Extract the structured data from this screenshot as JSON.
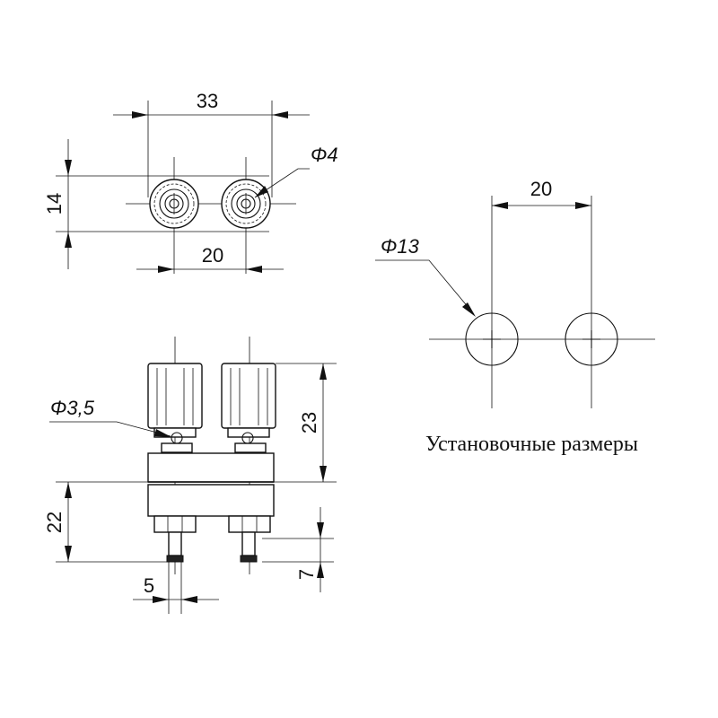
{
  "top_view": {
    "dim_width": "33",
    "dim_height": "14",
    "dim_spacing": "20",
    "dim_diameter": "Φ4"
  },
  "side_view": {
    "dim_pin_diameter": "Φ3,5",
    "dim_cap_height": "23",
    "dim_body_height": "22",
    "dim_pin_length": "7",
    "dim_pin_width": "5"
  },
  "mounting": {
    "dim_spacing": "20",
    "dim_hole_diameter": "Φ13",
    "caption": "Установочные размеры"
  }
}
